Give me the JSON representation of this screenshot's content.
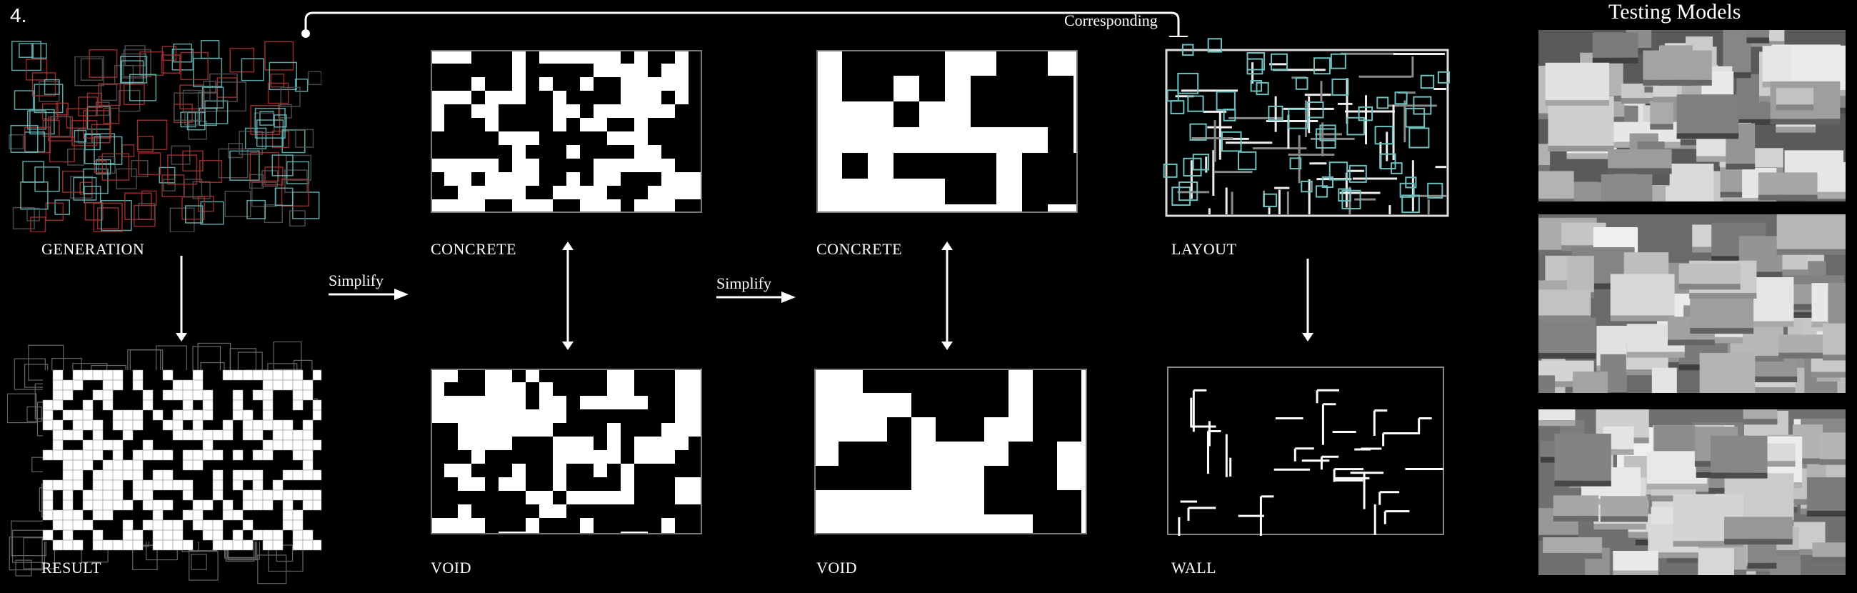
{
  "figure_number": "4.",
  "corresponding_label": "Corresponding",
  "simplify_label_1": "Simplify",
  "simplify_label_2": "Simplify",
  "testing_models_title": "Testing Models",
  "stages": {
    "generation": "GENERATION",
    "result": "RESULT",
    "concrete_1": "CONCRETE",
    "void_1": "VOID",
    "concrete_2": "CONCRETE",
    "void_2": "VOID",
    "layout": "LAYOUT",
    "wall": "WALL"
  },
  "colors": {
    "background": "#000000",
    "foreground": "#ffffff",
    "accent_teal": "#6fbfbf",
    "accent_red": "#b23a3a",
    "grey_line": "#8a8a8a"
  },
  "photos": [
    "model-photo-1",
    "model-photo-2",
    "model-photo-3"
  ]
}
